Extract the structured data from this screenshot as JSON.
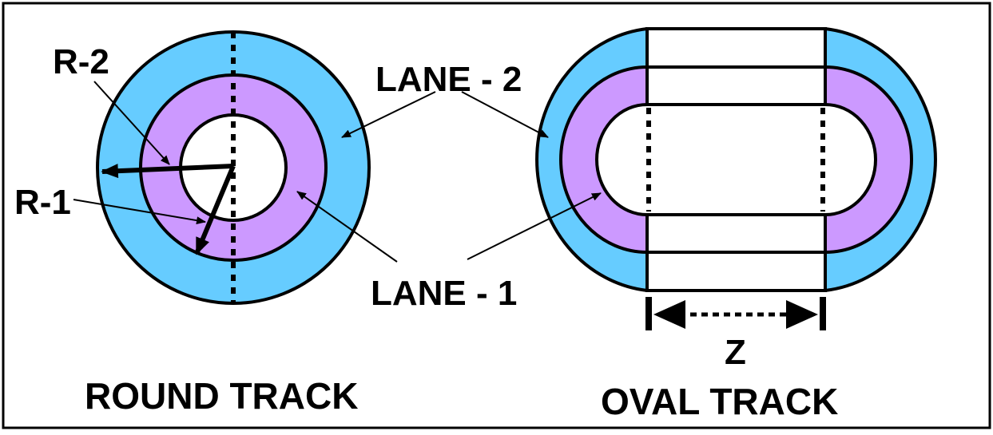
{
  "colors": {
    "outer_lane": "#66CCFF",
    "inner_lane": "#CC99FF",
    "background": "#FFFFFF",
    "stroke": "#000000"
  },
  "labels": {
    "r2": "R-2",
    "r1": "R-1",
    "lane2": "LANE - 2",
    "lane1": "LANE - 1",
    "z": "Z",
    "round_track": "ROUND TRACK",
    "oval_track": "OVAL TRACK"
  }
}
